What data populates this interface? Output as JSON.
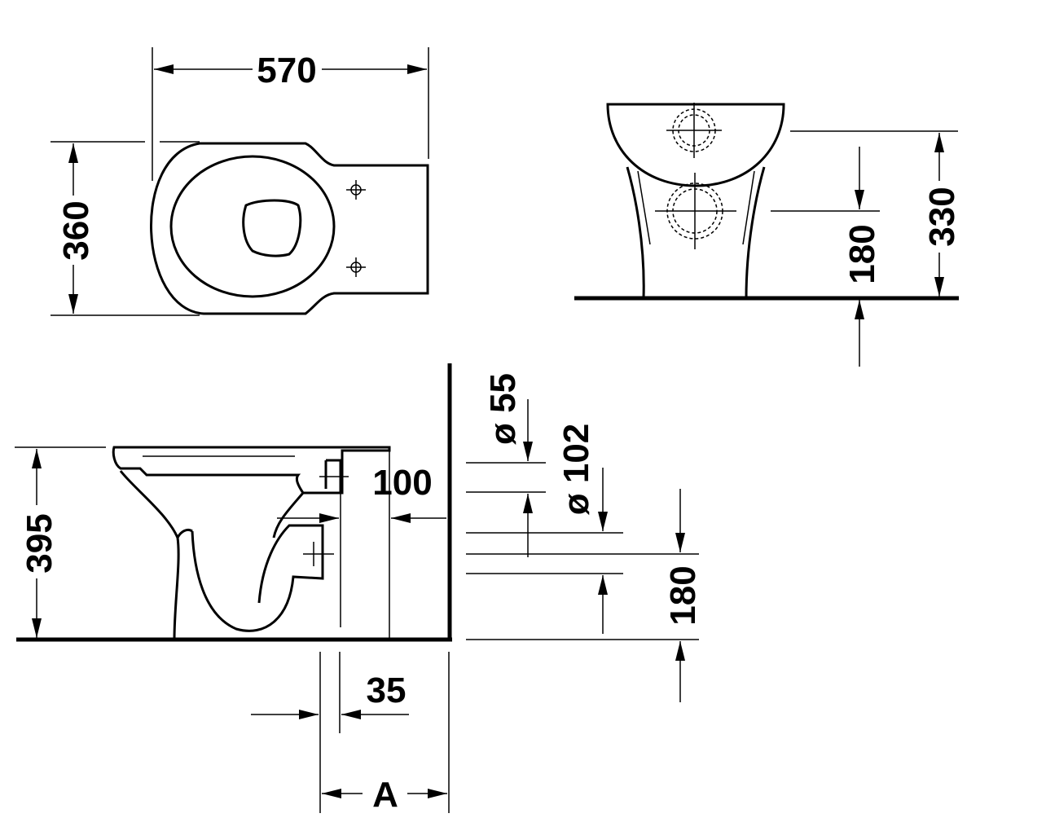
{
  "labels": {
    "width_570": "570",
    "depth_360": "360",
    "height_330": "330",
    "outlet_180_front": "180",
    "height_395": "395",
    "offset_100": "100",
    "diameter_55": "ø 55",
    "diameter_102": "ø 102",
    "outlet_180_side": "180",
    "distance_35": "35",
    "distance_A": "A"
  }
}
